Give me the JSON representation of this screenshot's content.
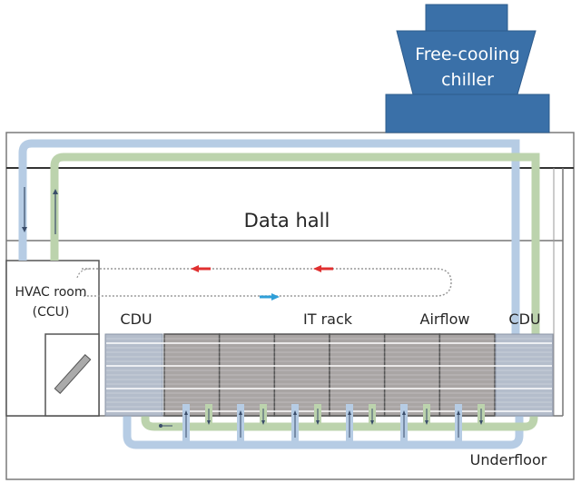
{
  "chiller": {
    "line1": "Free-cooling",
    "line2": "chiller"
  },
  "labels": {
    "data_hall": "Data hall",
    "hvac_line1": "HVAC room",
    "hvac_line2": "(CCU)",
    "cdu_left": "CDU",
    "it_rack": "IT rack",
    "airflow": "Airflow",
    "cdu_right": "CDU",
    "underfloor": "Underfloor"
  },
  "colors": {
    "chiller": "#3a70a8",
    "supply_pipe": "#b6cce4",
    "return_pipe": "#bcd3ad",
    "cdu_unit": "#b4bdcb",
    "it_rack": "#a9a5a4",
    "hot_air_arrow": "#e03030",
    "cold_air_arrow": "#2f9fd8",
    "frame": "#555555"
  },
  "it_rack_count": 6
}
